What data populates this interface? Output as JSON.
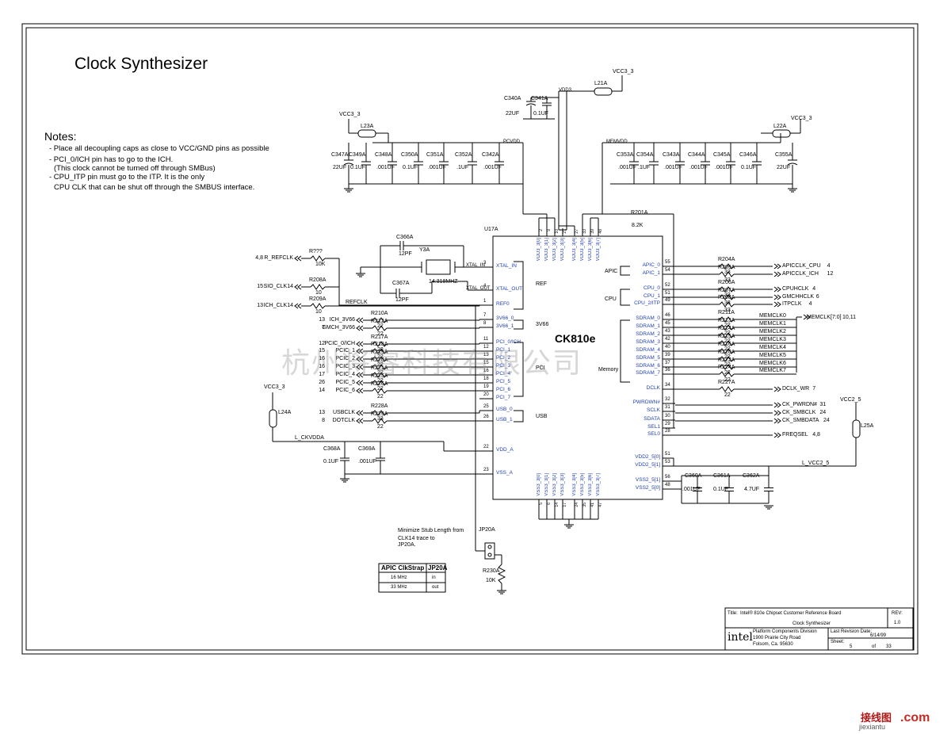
{
  "title": "Clock Synthesizer",
  "notes": {
    "heading": "Notes:",
    "lines": [
      "- Place all decoupling caps as close to VCC/GND pins as possible",
      "- PCI_0/ICH pin has to go to the ICH.",
      "(This clock cannot be turned off through SMBus)",
      "- CPU_ITP pin must go to the ITP. It is the only",
      "CPU CLK that can be shut off through the SMBUS interface."
    ]
  },
  "chip": {
    "ref": "U17A",
    "name": "CK810e",
    "left_pins": [
      "XTAL_IN",
      "XTAL_OUT",
      "REF0",
      "3V66_0",
      "3V66_1",
      "PCI_0/ICH",
      "PCI_1",
      "PCI_2",
      "PCI_3",
      "PCI_4",
      "PCI_5",
      "PCI_6",
      "PCI_7",
      "USB_0",
      "USB_1",
      "VDD_A",
      "VSS_A"
    ],
    "left_pin_numbers": [
      "3",
      "4",
      "1",
      "7",
      "8",
      "11",
      "12",
      "13",
      "15",
      "16",
      "18",
      "19",
      "20",
      "25",
      "26",
      "22",
      "23"
    ],
    "right_pins": [
      "APIC_0",
      "APIC_1",
      "CPU_0",
      "CPU_1",
      "CPU_2/ITP",
      "SDRAM_0",
      "SDRAM_1",
      "SDRAM_2",
      "SDRAM_3",
      "SDRAM_4",
      "SDRAM_5",
      "SDRAM_6",
      "SDRAM_7",
      "DCLK",
      "PWRDWN#",
      "SCLK",
      "SDATA",
      "SEL1",
      "SEL0",
      "VDD2_5[0]",
      "VDD2_5[1]",
      "VSS2_5[1]",
      "VSS2_5[0]"
    ],
    "right_pin_numbers": [
      "55",
      "54",
      "52",
      "51",
      "49",
      "46",
      "45",
      "43",
      "42",
      "40",
      "39",
      "37",
      "36",
      "34",
      "32",
      "31",
      "30",
      "29",
      "28",
      "51",
      "53",
      "56",
      "48"
    ],
    "top_pins": [
      "VDD3_3[0]",
      "VDD3_3[1]",
      "VDD3_3[2]",
      "VDD3_3[3]",
      "VDD3_3[4]",
      "VDD3_3[5]",
      "VDD3_3[6]",
      "VDD3_3[7]"
    ],
    "top_pin_numbers": [
      "2",
      "9",
      "10",
      "21",
      "27",
      "33",
      "39",
      "48"
    ],
    "bottom_pins": [
      "VSS3_3[0]",
      "VSS3_3[1]",
      "VSS3_3[2]",
      "VSS3_3[3]",
      "VSS3_3[4]",
      "VSS3_3[5]",
      "VSS3_3[6]",
      "VSS3_3[7]"
    ],
    "bottom_pin_numbers": [
      "5",
      "6",
      "14",
      "17",
      "24",
      "35",
      "41",
      "47"
    ],
    "sections": [
      "REF",
      "3V66",
      "PCI",
      "USB",
      "APIC",
      "CPU",
      "Memory"
    ]
  },
  "supply": {
    "vcc33_left": "VCC3_3",
    "vcc33_right": "VCC3_3",
    "vcc33_top": "VCC3_3",
    "vcc33_l24": "VCC3_3",
    "vcc25": "VCC2_5",
    "l23": "L23A",
    "l22": "L22A",
    "l21": "L21A",
    "l24": "L24A",
    "l25": "L25A",
    "net_pcvdd": "PCVDD",
    "net_memvdd": "MEMVDD",
    "net_vdd": "VDD3",
    "net_ckvdda": "L_CKVDDA",
    "net_vcc25": "L_VCC2_5",
    "net_refclk": "REFCLK"
  },
  "caps_left": [
    {
      "ref": "C347A",
      "val": "22UF"
    },
    {
      "ref": "C349A",
      "val": "0.1UF"
    },
    {
      "ref": "C348A",
      "val": ".001UF"
    },
    {
      "ref": "C350A",
      "val": "0.1UF"
    },
    {
      "ref": "C351A",
      "val": ".001UF"
    },
    {
      "ref": "C352A",
      "val": ".1UF"
    },
    {
      "ref": "C342A",
      "val": ".001UF"
    }
  ],
  "caps_right": [
    {
      "ref": "C353A",
      "val": ".001UF"
    },
    {
      "ref": "C354A",
      "val": ".1UF"
    },
    {
      "ref": "C343A",
      "val": ".001UF"
    },
    {
      "ref": "C344A",
      "val": ".001UF"
    },
    {
      "ref": "C345A",
      "val": ".001UF"
    },
    {
      "ref": "C346A",
      "val": "0.1UF"
    },
    {
      "ref": "C355A",
      "val": "22UF"
    }
  ],
  "caps_top": [
    {
      "ref": "C340A",
      "val": "22UF"
    },
    {
      "ref": "C341A",
      "val": "0.1UF"
    }
  ],
  "crystal": {
    "ref": "Y3A",
    "freq": "14.318MHZ",
    "c1": "C366A",
    "c1v": "12PF",
    "c2": "C367A",
    "c2v": "12PF",
    "xtal_in": "XTAL_IN",
    "xtal_out": "XTAL_OUT"
  },
  "left_signals": [
    {
      "pre": "4,8",
      "name": "R_REFCLK",
      "res": "R???",
      "rv": "10K"
    },
    {
      "pre": "15",
      "name": "SIO_CLK14",
      "res": "R208A",
      "rv": "10"
    },
    {
      "pre": "13",
      "name": "ICH_CLK14",
      "res": "R209A",
      "rv": "10"
    },
    {
      "pre": "13",
      "name": "ICH_3V66",
      "res": "R210A",
      "rv": "22"
    },
    {
      "pre": "7",
      "name": "GMCH_3V66",
      "res": "R212A",
      "rv": "22"
    },
    {
      "pre": "12",
      "name": "PCIC_0/ICH",
      "res": "R217A",
      "rv": "22"
    },
    {
      "pre": "15",
      "name": "PCIC_1",
      "res": "R218A",
      "rv": "22"
    },
    {
      "pre": "16",
      "name": "PCIC_2",
      "res": "R219A",
      "rv": "22"
    },
    {
      "pre": "16",
      "name": "PCIC_3",
      "res": "R220A",
      "rv": "22"
    },
    {
      "pre": "17",
      "name": "PCIC_4",
      "res": "R221A",
      "rv": "22"
    },
    {
      "pre": "26",
      "name": "PCIC_5",
      "res": "R225A",
      "rv": "22"
    },
    {
      "pre": "14",
      "name": "PCIC_6",
      "res": "R226A",
      "rv": "22"
    },
    {
      "pre": "13",
      "name": "USBCLK",
      "res": "R228A",
      "rv": "33"
    },
    {
      "pre": "8",
      "name": "DOTCLK",
      "res": "R229A",
      "rv": "22"
    }
  ],
  "right_signals": [
    {
      "name": "APICCLK_CPU",
      "post": "4",
      "res": "R204A",
      "rv": "33"
    },
    {
      "name": "APICCLK_ICH",
      "post": "12",
      "res": "R209A",
      "rv": "33"
    },
    {
      "name": "CPUHCLK",
      "post": "4",
      "res": "R206A",
      "rv": "33"
    },
    {
      "name": "GMCHHCLK",
      "post": "6",
      "res": "R207A",
      "rv": "33"
    },
    {
      "name": "ITPCLK",
      "post": "4",
      "res": "R208A",
      "rv": "33"
    },
    {
      "name": "MEMCLK0",
      "post": "",
      "res": "R211A",
      "rv": "22"
    },
    {
      "name": "MEMCLK1",
      "post": "",
      "res": "R213A",
      "rv": "22"
    },
    {
      "name": "MEMCLK2",
      "post": "",
      "res": "R214A",
      "rv": "22"
    },
    {
      "name": "MEMCLK3",
      "post": "",
      "res": "R215A",
      "rv": "22"
    },
    {
      "name": "MEMCLK4",
      "post": "",
      "res": "R216A",
      "rv": "22"
    },
    {
      "name": "MEMCLK5",
      "post": "",
      "res": "R220A",
      "rv": "22"
    },
    {
      "name": "MEMCLK6",
      "post": "",
      "res": "R222A",
      "rv": "22"
    },
    {
      "name": "MEMCLK7",
      "post": "",
      "res": "R224A",
      "rv": "22"
    },
    {
      "name": "DCLK_WR",
      "post": "7",
      "res": "R227A",
      "rv": "22"
    },
    {
      "name": "CK_PWRDN#",
      "post": "31",
      "res": "",
      "rv": ""
    },
    {
      "name": "CK_SMBCLK",
      "post": "24",
      "res": "",
      "rv": ""
    },
    {
      "name": "CK_SMBDATA",
      "post": "24",
      "res": "",
      "rv": ""
    },
    {
      "name": "FREQSEL",
      "post": "4,8",
      "res": "",
      "rv": ""
    }
  ],
  "memclk_bus": {
    "name": "MEMCLK[7:0]",
    "post": "10,11"
  },
  "r201": {
    "ref": "R201A",
    "val": "8.2K"
  },
  "caps_bottom_left": [
    {
      "ref": "C368A",
      "val": "0.1UF"
    },
    {
      "ref": "C369A",
      "val": ".001UF"
    }
  ],
  "caps_bottom_right": [
    {
      "ref": "C360A",
      "val": ".001UF"
    },
    {
      "ref": "C361A",
      "val": "0.1UF"
    },
    {
      "ref": "C362A",
      "val": "4.7UF"
    }
  ],
  "jumper": {
    "note": [
      "Minimize Stub Length from",
      "CLK14 trace to",
      "JP20A."
    ],
    "ref": "JP20A",
    "res": "R230A",
    "rv": "10K",
    "table_header": [
      "APIC ClkStrap",
      "JP20A"
    ],
    "table_rows": [
      [
        "16 MHz",
        "in"
      ],
      [
        "33 MHz",
        "out"
      ]
    ]
  },
  "title_block": {
    "title_label": "Title:",
    "title_value": "Intel® 810e Chipset Customer Reference Board",
    "subtitle": "Clock Synthesizer",
    "rev_label": "REV:",
    "rev_value": "1.0",
    "company": "intel",
    "division": "Platform Components Division",
    "address1": "1900 Prairie City Road",
    "address2": "Folsom, Ca. 95630",
    "date_label": "Last Revision Date:",
    "date_value": "6/14/99",
    "sheet_label": "Sheet:",
    "sheet_value": "5",
    "of_label": "of",
    "of_value": "33"
  },
  "watermark": "杭州将睿科技有限公司",
  "logo": {
    "text1": "接线图",
    "text2": ".com",
    "text3": "jiexiantu"
  }
}
